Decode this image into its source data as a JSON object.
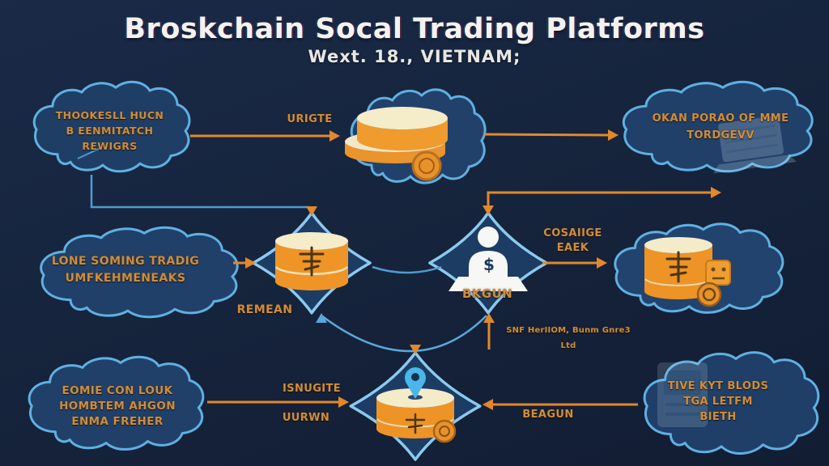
{
  "title": "Broskchain Socal Trading Platforms",
  "subtitle": "Wext. 18., VIETNAM;",
  "nodes": {
    "top_left_cloud": {
      "lines": [
        "THOOKESLL HUCN",
        "B EENMITATCH",
        "REWIGRS"
      ]
    },
    "top_center_cloud": {
      "icon": "coin-stack-icon"
    },
    "top_right_cloud": {
      "lines": [
        "OKAN PORAO OF MME",
        "TORDGEVV"
      ],
      "icon": "laptop-ghost-icon"
    },
    "mid_left_cloud": {
      "lines": [
        "LONE SOMING TRADIG",
        "UMFKEHMENEAKS"
      ]
    },
    "diamond_database": {
      "label": "REMEAN",
      "icon": "database-cylinder-icon"
    },
    "diamond_trader": {
      "label": "BKGUN",
      "symbol": "$",
      "icon": "trader-desk-icon"
    },
    "mid_right_note": {
      "lines": [
        "COSAIIGE",
        "EAEK"
      ]
    },
    "mid_right_cloud": {
      "icon": "vault-coin-icon"
    },
    "bottom_note": {
      "text": "SNF HerIIOM, Bunm Gnre3 Ltd"
    },
    "bottom_left_cloud": {
      "lines": [
        "EOMIE CON LOUK",
        "HOMBTEM AHGON",
        "ENMA FREHER"
      ]
    },
    "diamond_location": {
      "icon": "location-pin-cylinder-icon"
    },
    "bottom_right_cloud": {
      "lines": [
        "TIVE KYT BLODS",
        "TGA LETFM",
        "BIETH"
      ],
      "icon": "computer-ghost-icon"
    }
  },
  "edge_labels": {
    "origin": "URIGTE",
    "insight": "ISNUGITE",
    "down": "UURWN",
    "begin": "BEAGUN"
  },
  "palette": {
    "background": "#16243d",
    "cloud_fill": "#20406a",
    "cloud_outline": "#5fb0e2",
    "diamond_outline": "#8ccaee",
    "arrow_orange": "#e2882b",
    "label_orange": "#cf8d3c",
    "icon_orange": "#ef9527",
    "icon_cream": "#f5ecca",
    "pin_blue": "#49b7ea",
    "title_white": "#f4f2ee"
  }
}
